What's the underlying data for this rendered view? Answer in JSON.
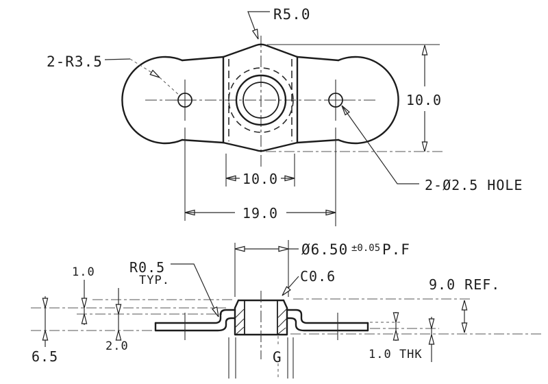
{
  "drawing": {
    "colors": {
      "line": "#1c1c1c",
      "background": "#ffffff"
    },
    "top_view": {
      "labels": {
        "corner_radius": "2-R3.5",
        "apex_radius": "R5.0",
        "overall_height": "10.0",
        "boss_width": "10.0",
        "hole_span": "19.0",
        "holes_note": "2-Ø2.5 HOLE"
      }
    },
    "section_view": {
      "labels": {
        "boss_diameter": "Ø6.50",
        "boss_tolerance": "±0.05",
        "boss_fit": "P.F",
        "chamfer": "C0.6",
        "fillet_radius": "R0.5",
        "fillet_qualifier": "TYP.",
        "height_reference": "9.0 REF.",
        "dim_6_5": "6.5",
        "dim_1_0": "1.0",
        "dim_2_0": "2.0",
        "thickness_note": "1.0 THK",
        "gauge_mark": "G"
      }
    }
  }
}
